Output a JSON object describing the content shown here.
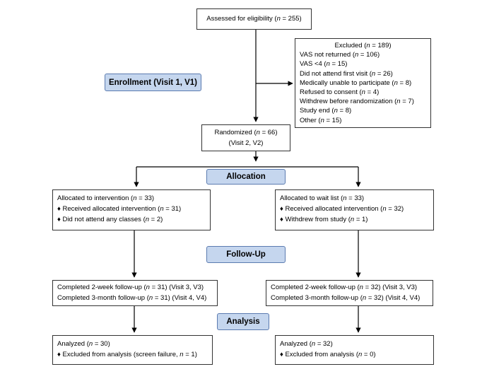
{
  "colors": {
    "stage_fill": "#c5d6ee",
    "stage_border": "#5b7bb0",
    "box_border": "#333333",
    "line": "#000000"
  },
  "bullet": "♦",
  "n_symbol": "n",
  "stages": {
    "enrollment": "Enrollment (Visit 1, V1)",
    "allocation": "Allocation",
    "followup": "Follow-Up",
    "analysis": "Analysis"
  },
  "assessed": {
    "before": "Assessed for eligibility (",
    "after": " = 255)"
  },
  "excluded": {
    "title": {
      "before": "Excluded (",
      "after": " = 189)"
    },
    "items": [
      {
        "before": "VAS not returned (",
        "after": " = 106)"
      },
      {
        "before": " VAS <4 (",
        "after": " = 15)"
      },
      {
        "before": "Did not attend first visit (",
        "after": " = 26)"
      },
      {
        "before": "Medically unable to participate (",
        "after": " = 8)"
      },
      {
        "before": "Refused to consent (",
        "after": " = 4)"
      },
      {
        "before": "Withdrew before randomization (",
        "after": " = 7)"
      },
      {
        "before": "Study end (",
        "after": " = 8)"
      },
      {
        "before": "Other (",
        "after": " = 15)"
      }
    ]
  },
  "randomized": {
    "line1": {
      "before": "Randomized (",
      "after": " = 66)"
    },
    "line2": "(Visit 2, V2)"
  },
  "alloc_left": {
    "title": {
      "before": "Allocated to intervention (",
      "after": " = 33)"
    },
    "item1": {
      "before": "Received allocated intervention (",
      "after": " = 31)"
    },
    "item2": {
      "before": "Did not attend any classes (",
      "after": " = 2)"
    }
  },
  "alloc_right": {
    "title": {
      "before": "Allocated to wait list (",
      "after": " = 33)"
    },
    "item1": {
      "before": "Received allocated intervention (",
      "after": " = 32)"
    },
    "item2": {
      "before": "Withdrew from study (",
      "after": " = 1)"
    }
  },
  "follow_left": {
    "line1": {
      "before": "Completed 2-week follow-up (",
      "after": " = 31) (Visit 3, V3)"
    },
    "line2": {
      "before": "Completed 3-month follow-up (",
      "after": " = 31) (Visit 4, V4)"
    }
  },
  "follow_right": {
    "line1": {
      "before": "Completed 2-week follow-up (",
      "after": " = 32) (Visit 3, V3)"
    },
    "line2": {
      "before": "Completed 3-month follow-up (",
      "after": " = 32) (Visit 4, V4)"
    }
  },
  "analysis_left": {
    "line1": {
      "before": "Analyzed (",
      "after": " = 30)"
    },
    "item1": {
      "before": "Excluded from analysis (screen failure, ",
      "after": " = 1)"
    }
  },
  "analysis_right": {
    "line1": {
      "before": "Analyzed (",
      "after": " = 32)"
    },
    "item1": {
      "before": "Excluded from analysis (",
      "after": " = 0)"
    }
  }
}
